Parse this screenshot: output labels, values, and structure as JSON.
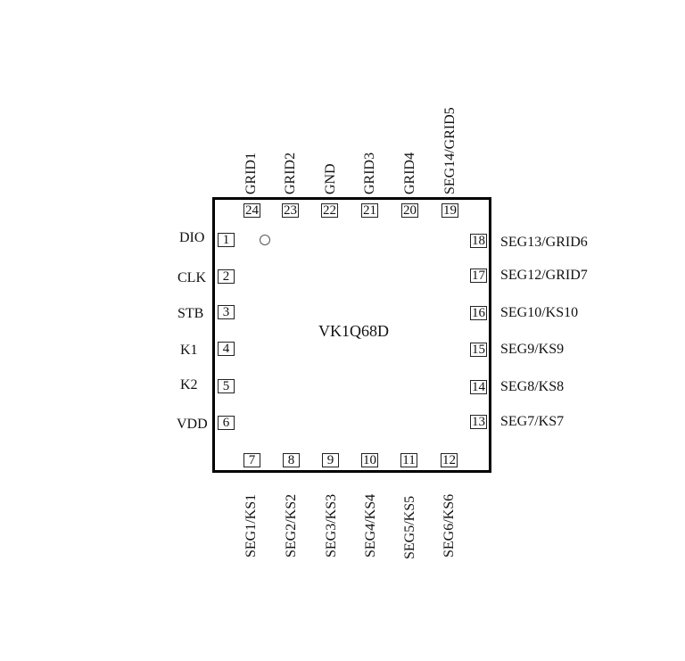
{
  "chip": {
    "part_number": "VK1Q68D",
    "pin1_marker": "circle-marker"
  },
  "pins": {
    "left": [
      {
        "num": "1",
        "name": "DIO"
      },
      {
        "num": "2",
        "name": "CLK"
      },
      {
        "num": "3",
        "name": "STB"
      },
      {
        "num": "4",
        "name": "K1"
      },
      {
        "num": "5",
        "name": "K2"
      },
      {
        "num": "6",
        "name": "VDD"
      }
    ],
    "bottom": [
      {
        "num": "7",
        "name": "SEG1/KS1"
      },
      {
        "num": "8",
        "name": "SEG2/KS2"
      },
      {
        "num": "9",
        "name": "SEG3/KS3"
      },
      {
        "num": "10",
        "name": "SEG4/KS4"
      },
      {
        "num": "11",
        "name": "SEG5/KS5"
      },
      {
        "num": "12",
        "name": "SEG6/KS6"
      }
    ],
    "right": [
      {
        "num": "13",
        "name": "SEG7/KS7"
      },
      {
        "num": "14",
        "name": "SEG8/KS8"
      },
      {
        "num": "15",
        "name": "SEG9/KS9"
      },
      {
        "num": "16",
        "name": "SEG10/KS10"
      },
      {
        "num": "17",
        "name": "SEG12/GRID7"
      },
      {
        "num": "18",
        "name": "SEG13/GRID6"
      }
    ],
    "top": [
      {
        "num": "19",
        "name": "SEG14/GRID5"
      },
      {
        "num": "20",
        "name": "GRID4"
      },
      {
        "num": "21",
        "name": "GRID3"
      },
      {
        "num": "22",
        "name": "GND"
      },
      {
        "num": "23",
        "name": "GRID2"
      },
      {
        "num": "24",
        "name": "GRID1"
      }
    ]
  }
}
